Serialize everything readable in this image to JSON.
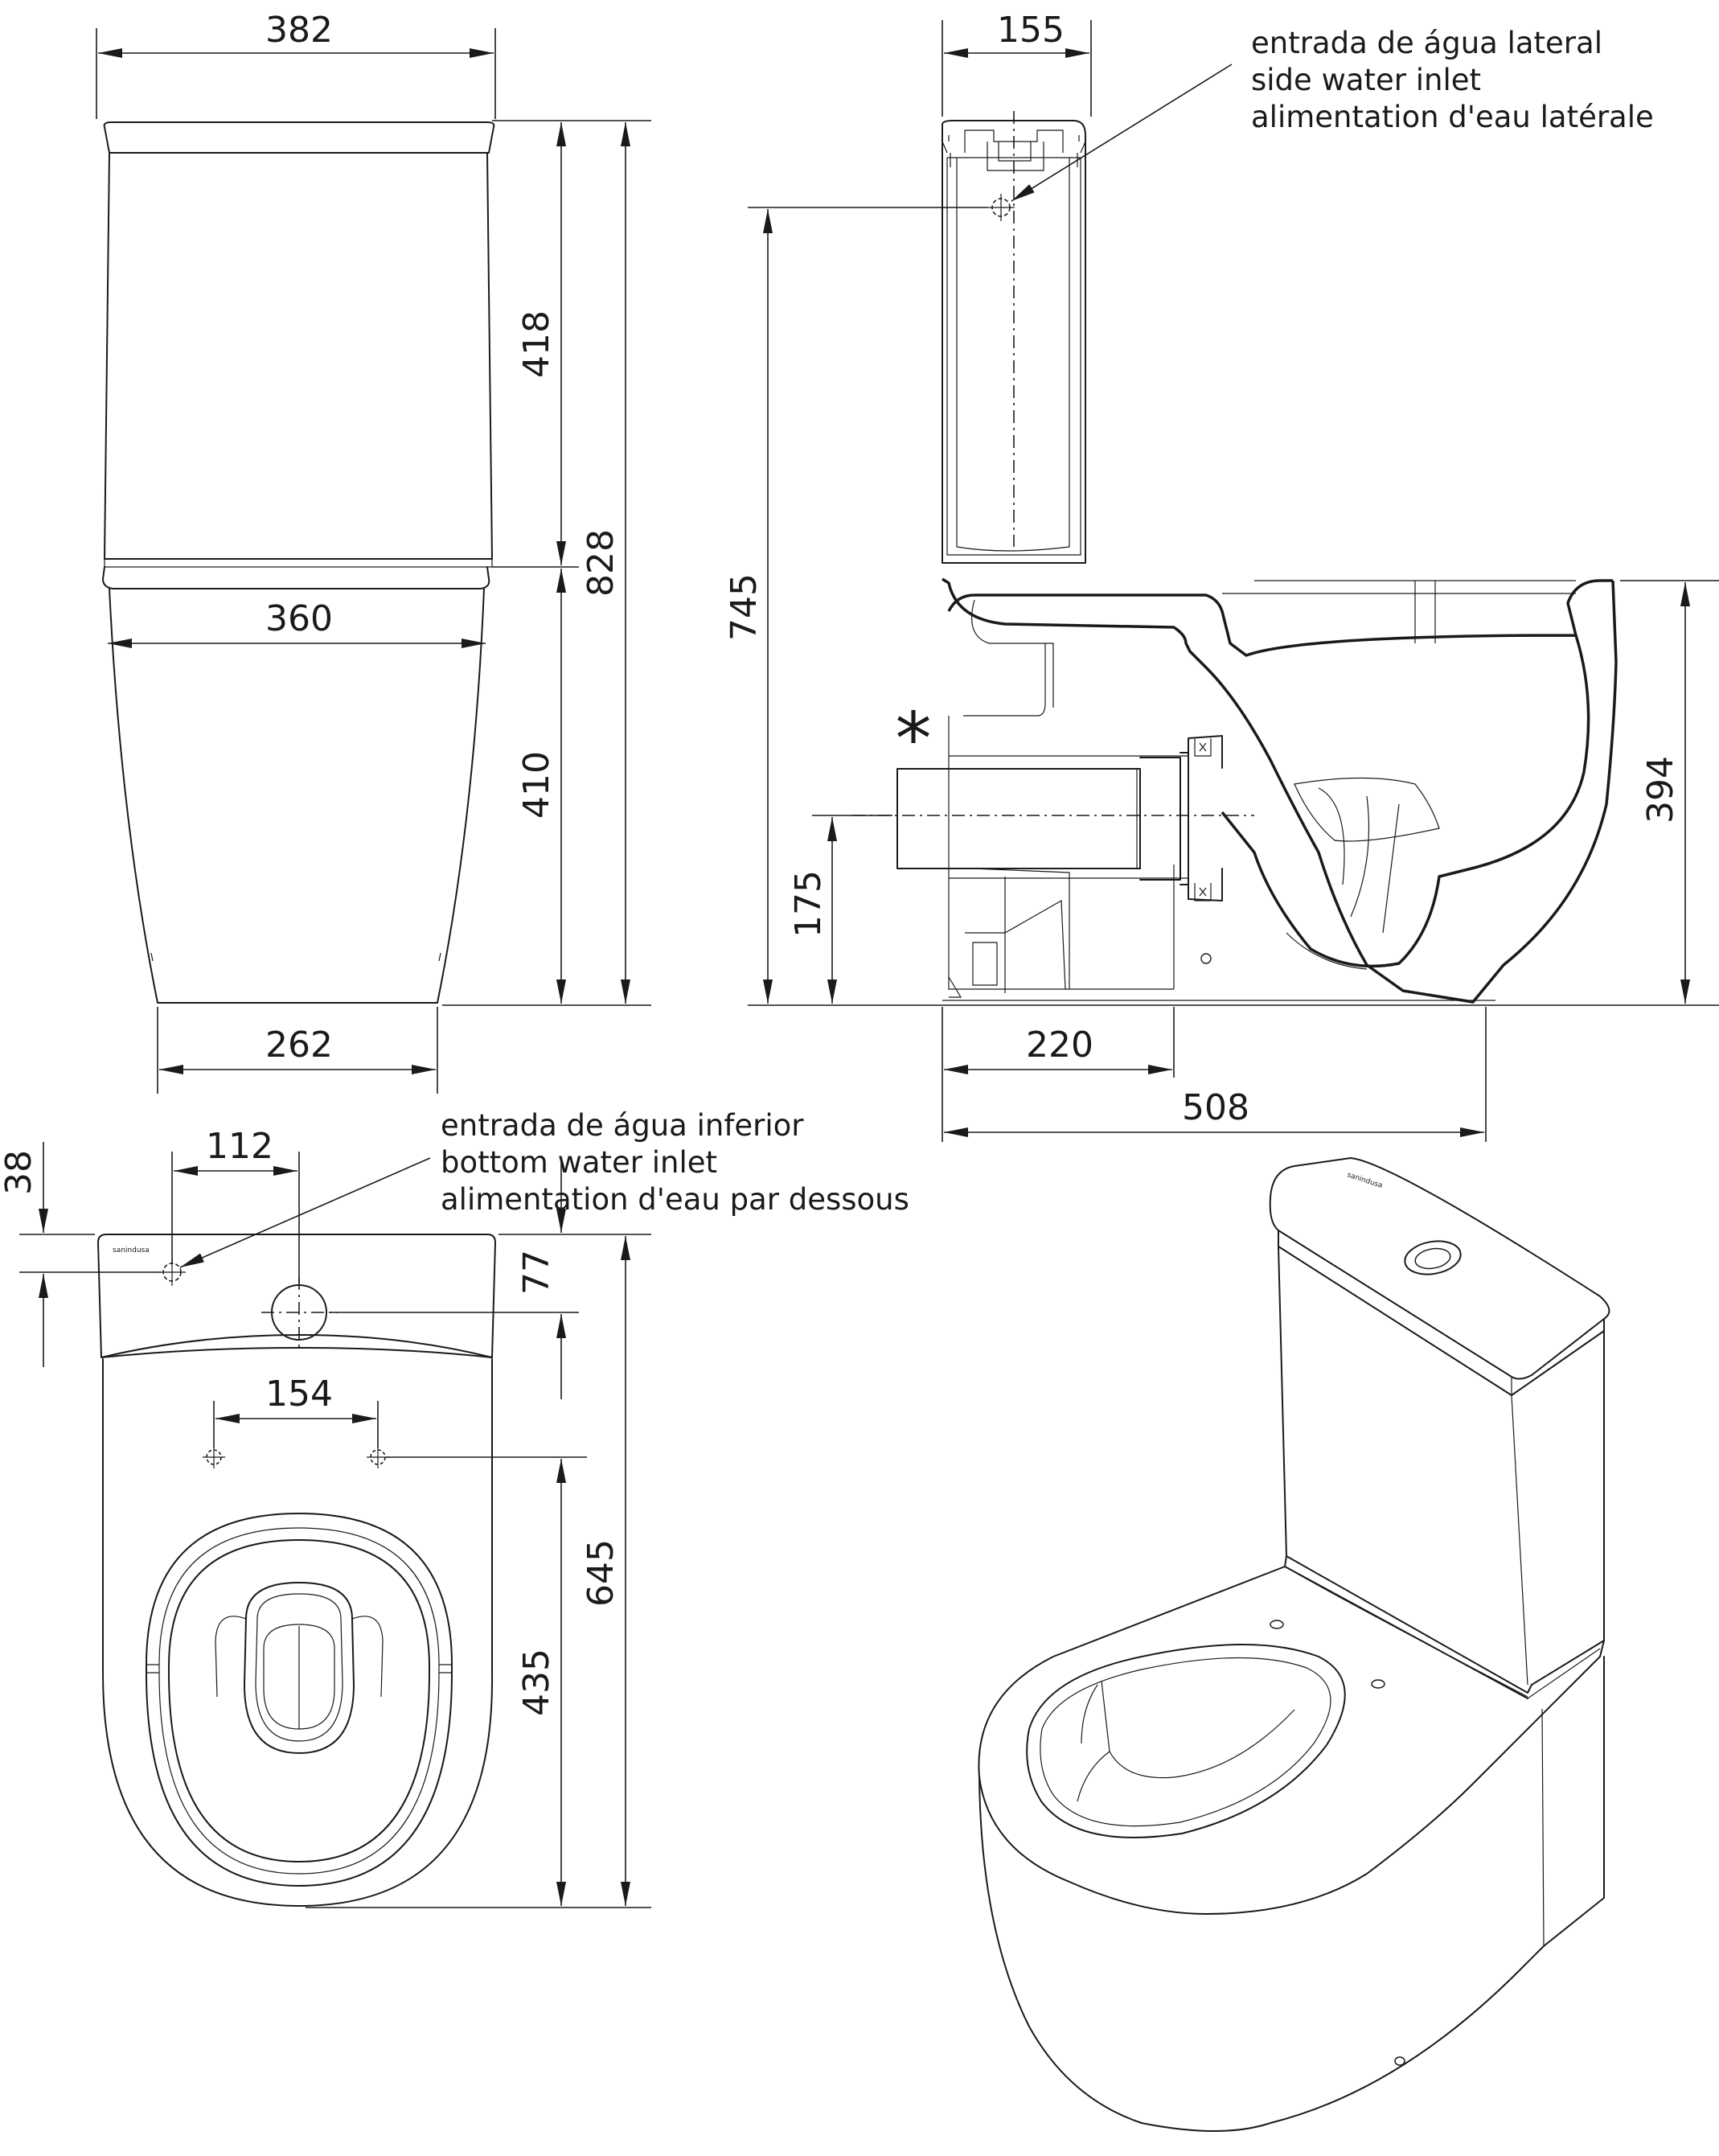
{
  "front_view": {
    "tank_width": "382",
    "bowl_width": "360",
    "base_width": "262",
    "tank_height": "418",
    "bowl_height": "410",
    "total_height": "828"
  },
  "side_view": {
    "tank_depth": "155",
    "side_inlet_height": "745",
    "outlet_height": "175",
    "rim_height": "394",
    "outlet_distance": "220",
    "total_depth": "508",
    "outlet_mark": "*",
    "side_inlet_note": {
      "pt": "entrada de água lateral",
      "en": "side water inlet",
      "fr": "alimentation d'eau latérale"
    }
  },
  "top_view": {
    "inlet_offset": "112",
    "inlet_depth": "38",
    "button_depth": "77",
    "hinge_spacing": "154",
    "hinge_to_front": "435",
    "total_length": "645",
    "brand": "sanindusa",
    "bottom_inlet_note": {
      "pt": "entrada de água inferior",
      "en": "bottom water inlet",
      "fr": "alimentation d'eau par dessous"
    }
  },
  "perspective_view": {
    "brand": "sanindusa"
  }
}
